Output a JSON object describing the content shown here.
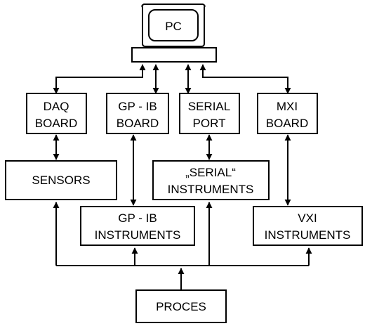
{
  "pc": {
    "label": "PC"
  },
  "boards": {
    "daq": {
      "line1": "DAQ",
      "line2": "BOARD"
    },
    "gpib": {
      "line1": "GP - IB",
      "line2": "BOARD"
    },
    "serial": {
      "line1": "SERIAL",
      "line2": "PORT"
    },
    "mxi": {
      "line1": "MXI",
      "line2": "BOARD"
    }
  },
  "devices": {
    "sensors": {
      "line1": "SENSORS"
    },
    "serial_instruments": {
      "line1": "„SERIAL“",
      "line2": "INSTRUMENTS"
    },
    "gpib_instruments": {
      "line1": "GP - IB",
      "line2": "INSTRUMENTS"
    },
    "vxi_instruments": {
      "line1": "VXI",
      "line2": "INSTRUMENTS"
    }
  },
  "process": {
    "label": "PROCES"
  }
}
